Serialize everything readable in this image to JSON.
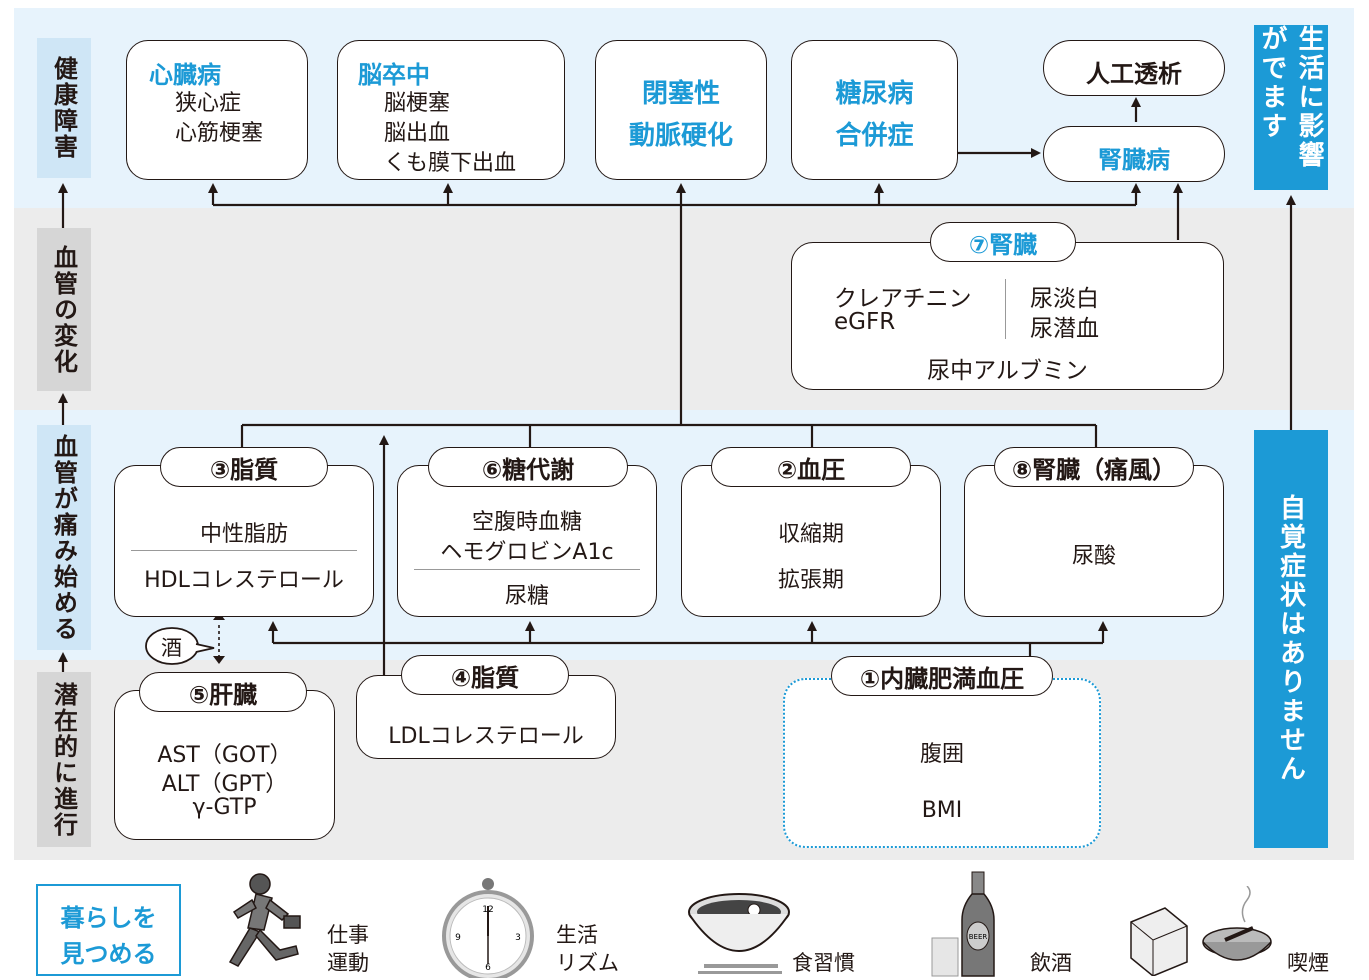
{
  "stages": {
    "health": "健康障害",
    "vessel_change": "血管の変化",
    "vessel_damage": "血管が痛み始める",
    "latent": "潜在的に進行"
  },
  "right_bars": {
    "affects_life": "生活に影響がでます",
    "no_symptoms": "自覚症状はありません"
  },
  "diseases": {
    "heart": {
      "title": "心臓病",
      "items": [
        "狭心症",
        "心筋梗塞"
      ]
    },
    "stroke": {
      "title": "脳卒中",
      "items": [
        "脳梗塞",
        "脳出血",
        "くも膜下出血"
      ]
    },
    "arterio": {
      "line1": "閉塞性",
      "line2": "動脈硬化"
    },
    "diabetes": {
      "line1": "糖尿病",
      "line2": "合併症"
    },
    "dialysis": "人工透析",
    "kidney_disease": "腎臓病"
  },
  "kidney7": {
    "title": "⑦腎臓",
    "left1": "クレアチニン",
    "left2": "eGFR",
    "right1": "尿淡白",
    "right2": "尿潜血",
    "bottom": "尿中アルブミン"
  },
  "lipid3": {
    "title": "③脂質",
    "item1": "中性脂肪",
    "item2": "HDLコレステロール"
  },
  "sugar6": {
    "title": "⑥糖代謝",
    "item1": "空腹時血糖",
    "item2": "ヘモグロビンA1c",
    "item3": "尿糖"
  },
  "bp2": {
    "title": "②血圧",
    "item1": "収縮期",
    "item2": "拡張期"
  },
  "gout8": {
    "title": "⑧腎臓（痛風）",
    "item1": "尿酸"
  },
  "alcohol_bubble": "酒",
  "liver5": {
    "title": "⑤肝臓",
    "item1": "AST（GOT）",
    "item2": "ALT（GPT）",
    "item3": "γ-GTP"
  },
  "lipid4": {
    "title": "④脂質",
    "item1": "LDLコレステロール"
  },
  "visceral1": {
    "title": "①内臓肥満血圧",
    "item1": "腹囲",
    "item2": "BMI"
  },
  "lifestyle": {
    "label": "暮らしを見つめる",
    "label_line1": "暮らしを",
    "label_line2": "見つめる",
    "work": {
      "line1": "仕事",
      "line2": "運動"
    },
    "rhythm": {
      "line1": "生活",
      "line2": "リズム"
    },
    "diet": "食習慣",
    "drinking": "飲酒",
    "smoking": "喫煙",
    "clock_numbers": [
      "12",
      "3",
      "6",
      "9"
    ],
    "beer_label": "BEER"
  },
  "colors": {
    "accent": "#1c9ad6",
    "band_blue": "#e7f3fc",
    "band_gray": "#ececec",
    "line": "#231815"
  }
}
